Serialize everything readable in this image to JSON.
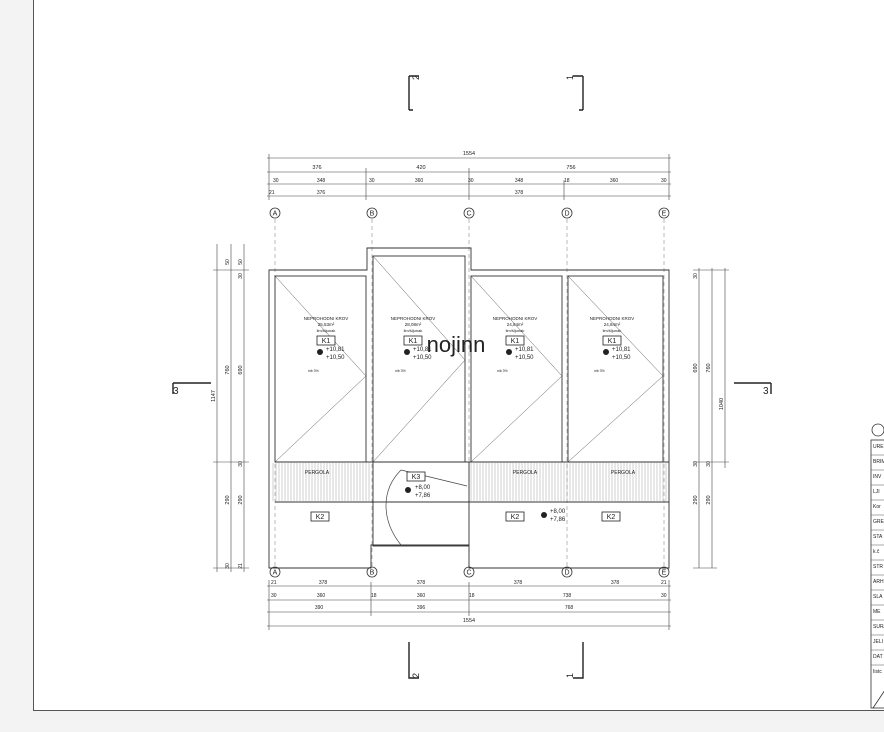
{
  "plan": {
    "axes": [
      "A",
      "B",
      "C",
      "D",
      "E"
    ],
    "top_dims": {
      "overall": "1554",
      "row1": [
        "376",
        "420",
        "756"
      ],
      "row2": [
        "30",
        "348",
        "30",
        "360",
        "30",
        "348",
        "18",
        "360",
        "30"
      ],
      "row3": [
        "21",
        "376",
        "378"
      ]
    },
    "bottom_dims": {
      "row1": [
        "21",
        "378",
        "378",
        "378",
        "378",
        "21"
      ],
      "row2": [
        "30",
        "360",
        "18",
        "360",
        "18",
        "738",
        "30"
      ],
      "row3": [
        "390",
        "396",
        "768"
      ],
      "overall": "1554"
    },
    "left_dims": {
      "overall": "1147",
      "upper": "760",
      "inner_upper": "690",
      "lower": "290",
      "inner_lower": "290",
      "small": [
        "50",
        "50",
        "30",
        "30",
        "30",
        "21"
      ]
    },
    "right_dims": {
      "overall": "1040",
      "upper": "760",
      "inner_upper": "690",
      "lower": "290",
      "inner_lower": "290",
      "small": [
        "30",
        "30",
        "30"
      ]
    },
    "sections": {
      "s1": "1",
      "s2": "2",
      "s3": "3"
    },
    "roofs": [
      {
        "name": "NEPROHODNI KROV",
        "area": "25,53m²",
        "material": "lim/šljunak",
        "code": "K1",
        "h1": "+10,81",
        "h2": "+10,50",
        "slope": "nib 3%"
      },
      {
        "name": "NEPROHODNI KROV",
        "area": "28,08m²",
        "material": "lim/šljunak",
        "code": "K1",
        "h1": "+10,81",
        "h2": "+10,50",
        "slope": "nib 3%"
      },
      {
        "name": "NEPROHODNI KROV",
        "area": "24,84m²",
        "material": "lim/šljunak",
        "code": "K1",
        "h1": "+10,81",
        "h2": "+10,50",
        "slope": "nib 3%"
      },
      {
        "name": "NEPROHODNI KROV",
        "area": "24,84m²",
        "material": "lim/šljunak",
        "code": "K1",
        "h1": "+10,81",
        "h2": "+10,50",
        "slope": "nib 3%"
      }
    ],
    "pergola_label": "PERGOLA",
    "stair": {
      "code": "K3",
      "h1": "+8,00",
      "h2": "+7,86"
    },
    "lower_codes": [
      "K2",
      "K2",
      "K2"
    ],
    "lower_level": {
      "h1": "+8,00",
      "h2": "+7,86"
    },
    "watermark": "nojinn"
  },
  "title_block": {
    "fields": [
      "URE",
      "BRIM",
      "INV",
      "LJI",
      "Kor",
      "GRE",
      "STA",
      "k.č",
      "STR",
      "ARH",
      "SLA",
      "ME",
      "SURA",
      "JELI",
      "DAT",
      "Iistc"
    ]
  },
  "colors": {
    "line": "#333333",
    "dim": "#444444",
    "watermark": "#d9dde2"
  }
}
